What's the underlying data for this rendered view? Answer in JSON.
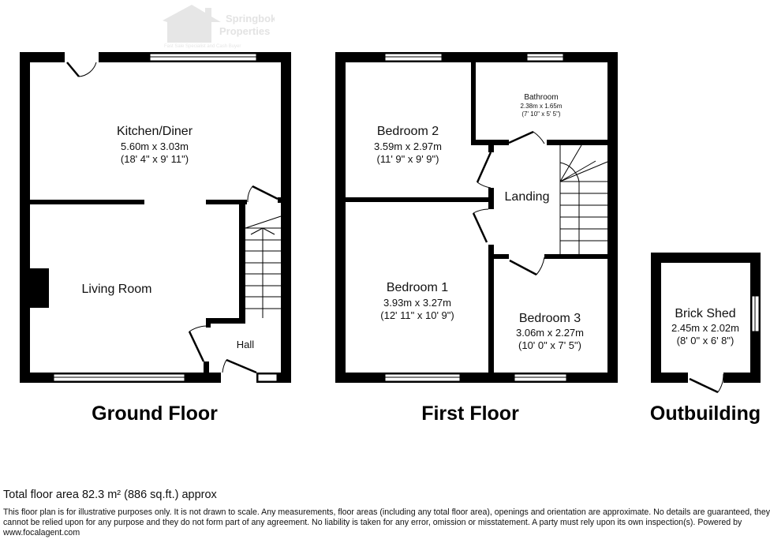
{
  "logo": {
    "name": "Springbok Properties",
    "tagline": "Fast Sale Specialist and Cash Buyer",
    "color": "#e6e6e6"
  },
  "floors": [
    {
      "title": "Ground Floor",
      "rooms": [
        {
          "name": "Kitchen/Diner",
          "metric": "5.60m x 3.03m",
          "imperial": "(18' 4\" x 9' 11\")"
        },
        {
          "name": "Living Room"
        },
        {
          "name": "Hall"
        }
      ]
    },
    {
      "title": "First Floor",
      "rooms": [
        {
          "name": "Bedroom 2",
          "metric": "3.59m x 2.97m",
          "imperial": "(11' 9\" x 9' 9\")"
        },
        {
          "name": "Bathroom",
          "metric": "2.38m x 1.65m",
          "imperial": "(7' 10\" x 5' 5\")"
        },
        {
          "name": "Landing"
        },
        {
          "name": "Bedroom 1",
          "metric": "3.93m x 3.27m",
          "imperial": "(12' 11\" x 10' 9\")"
        },
        {
          "name": "Bedroom 3",
          "metric": "3.06m x 2.27m",
          "imperial": "(10' 0\" x 7' 5\")"
        }
      ]
    },
    {
      "title": "Outbuilding",
      "rooms": [
        {
          "name": "Brick Shed",
          "metric": "2.45m x 2.02m",
          "imperial": "(8' 0\" x 6' 8\")"
        }
      ]
    }
  ],
  "total_area": "Total floor area 82.3 m² (886 sq.ft.) approx",
  "disclaimer": "This floor plan is for illustrative purposes only. It is not drawn to scale. Any measurements, floor areas (including any total floor area), openings and orientation are approximate. No details are guaranteed, they cannot be relied upon for any purpose and they do not form part of any agreement. No liability is taken for any error, omission or misstatement. A party must rely upon its own inspection(s). Powered by www.focalagent.com"
}
